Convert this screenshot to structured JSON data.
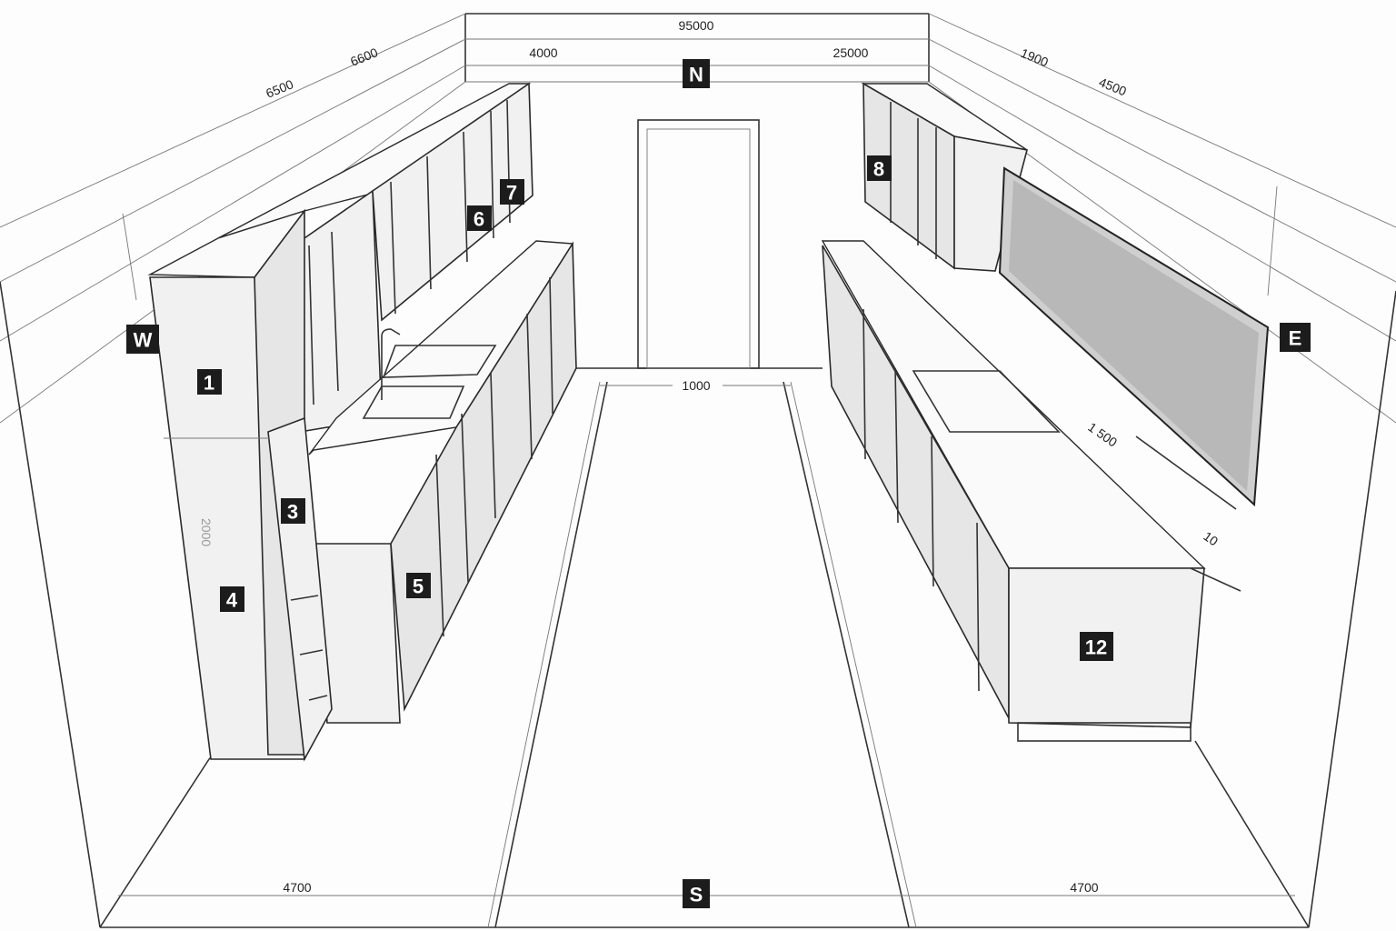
{
  "compass": {
    "north": "N",
    "south": "S",
    "east": "E",
    "west": "W"
  },
  "cabinet_labels": [
    "1",
    "3",
    "4",
    "5",
    "6",
    "7",
    "8",
    "12"
  ],
  "dimensions": {
    "back_total": "95000",
    "back_left": "4000",
    "back_right": "25000",
    "left_upper_1": "6600",
    "left_upper_2": "6500",
    "right_upper_1": "1900",
    "right_upper_2": "4500",
    "aisle_width": "1000",
    "right_counter": "1 500",
    "right_counter_end": "10",
    "front_left": "4700",
    "front_right": "4700",
    "tall_cabinet_height": "2000"
  },
  "colors": {
    "line": "#2a2a2a",
    "marker_bg": "#1c1c1c",
    "marker_text": "#ffffff"
  }
}
